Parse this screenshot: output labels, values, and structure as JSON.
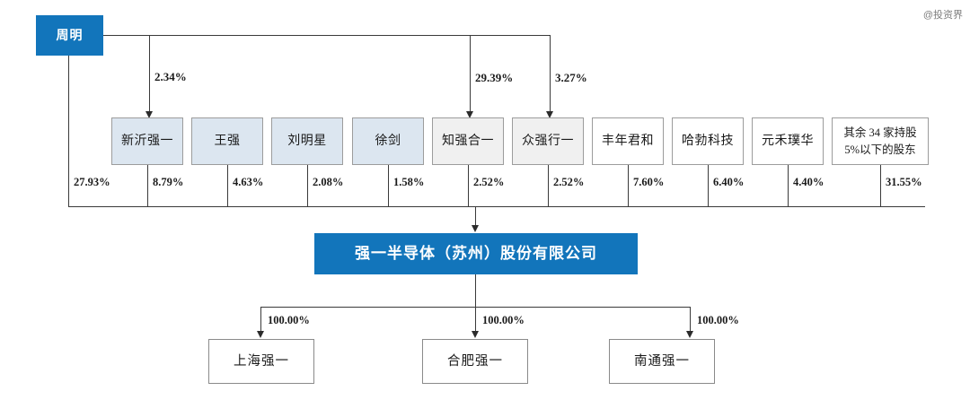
{
  "watermark": {
    "text": "@投资界"
  },
  "controller": {
    "name": "周明",
    "direct_stake": "27.93%",
    "stakes_via_entities": [
      {
        "target": "新沂强一",
        "pct": "2.34%"
      },
      {
        "target": "知强合一",
        "pct": "29.39%"
      },
      {
        "target": "众强行一",
        "pct": "3.27%"
      }
    ]
  },
  "shareholders": [
    {
      "name": "新沂强一",
      "pct": "8.79%",
      "fill": "lightblue"
    },
    {
      "name": "王强",
      "pct": "4.63%",
      "fill": "lightblue"
    },
    {
      "name": "刘明星",
      "pct": "2.08%",
      "fill": "lightblue"
    },
    {
      "name": "徐剑",
      "pct": "1.58%",
      "fill": "lightblue"
    },
    {
      "name": "知强合一",
      "pct": "2.52%",
      "fill": "gray"
    },
    {
      "name": "众强行一",
      "pct": "2.52%",
      "fill": "gray"
    },
    {
      "name": "丰年君和",
      "pct": "7.60%",
      "fill": "white"
    },
    {
      "name": "哈勃科技",
      "pct": "6.40%",
      "fill": "white"
    },
    {
      "name": "元禾璞华",
      "pct": "4.40%",
      "fill": "white"
    },
    {
      "name": "其余 34 家持股\n5%以下的股东",
      "name_line1": "其余 34 家持股",
      "name_line2": "5%以下的股东",
      "pct": "31.55%",
      "fill": "white"
    }
  ],
  "company": {
    "name": "强一半导体（苏州）股份有限公司"
  },
  "subsidiaries": [
    {
      "name": "上海强一",
      "pct": "100.00%"
    },
    {
      "name": "合肥强一",
      "pct": "100.00%"
    },
    {
      "name": "南通强一",
      "pct": "100.00%"
    }
  ],
  "colors": {
    "brand_blue": "#1275BB",
    "shareholder_blue_fill": "#dce6f0",
    "shareholder_gray_fill": "#f0f0f0",
    "line": "#3a3a3a"
  }
}
